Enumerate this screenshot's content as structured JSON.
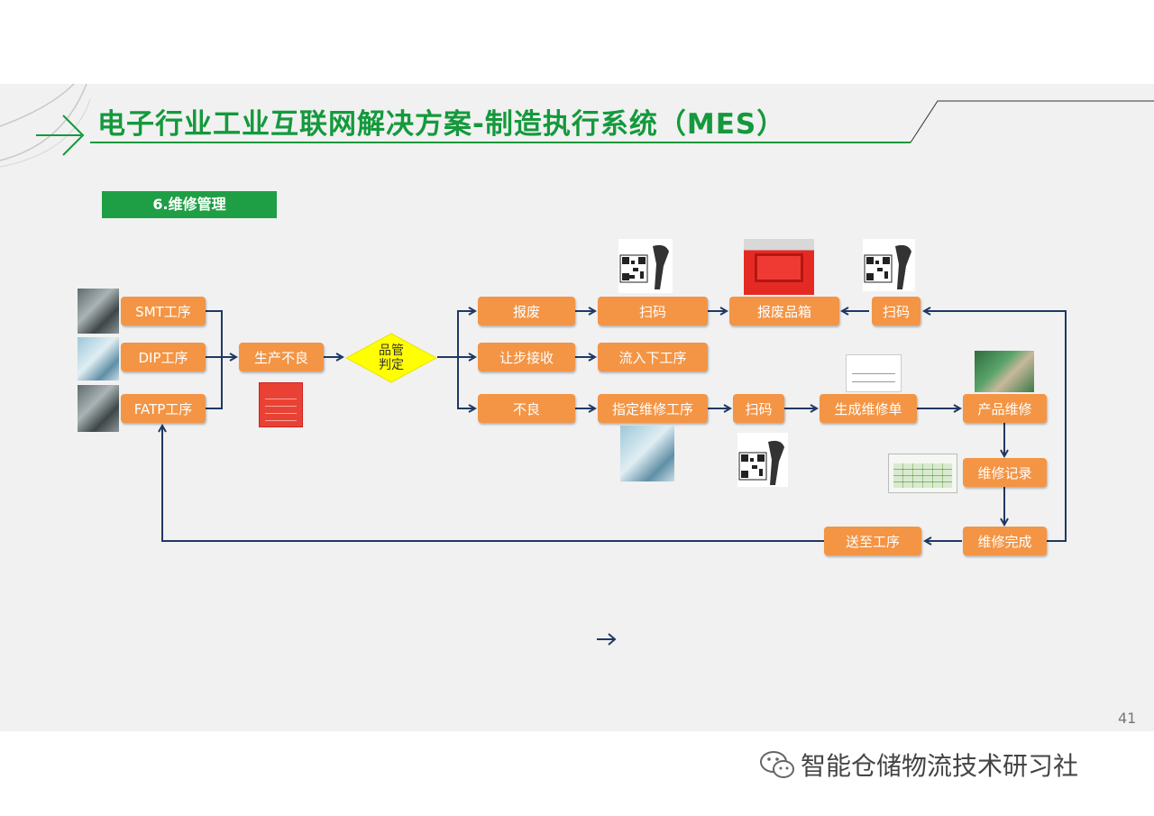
{
  "title": "电子行业工业互联网解决方案-制造执行系统（MES）",
  "section": "6.维修管理",
  "processes": [
    "SMT工序",
    "DIP工序",
    "FATP工序"
  ],
  "defect": "生产不良",
  "decision": "品管判定",
  "branches": {
    "scrap": "报废",
    "scan1": "扫码",
    "scrap_box": "报废品箱",
    "scan2": "扫码",
    "concession": "让步接收",
    "next_process": "流入下工序",
    "bad": "不良",
    "assign_repair": "指定维修工序",
    "scan3": "扫码",
    "repair_order": "生成维修单",
    "product_repair": "产品维修",
    "repair_record": "维修记录",
    "repair_done": "维修完成",
    "send_back": "送至工序"
  },
  "colors": {
    "node": "#f39545",
    "decision": "#ffff00",
    "arrow": "#1f3864",
    "title": "#14993c",
    "badge": "#1f9f45"
  },
  "page_number": "41",
  "watermark": "智能仓储物流技术研习社"
}
